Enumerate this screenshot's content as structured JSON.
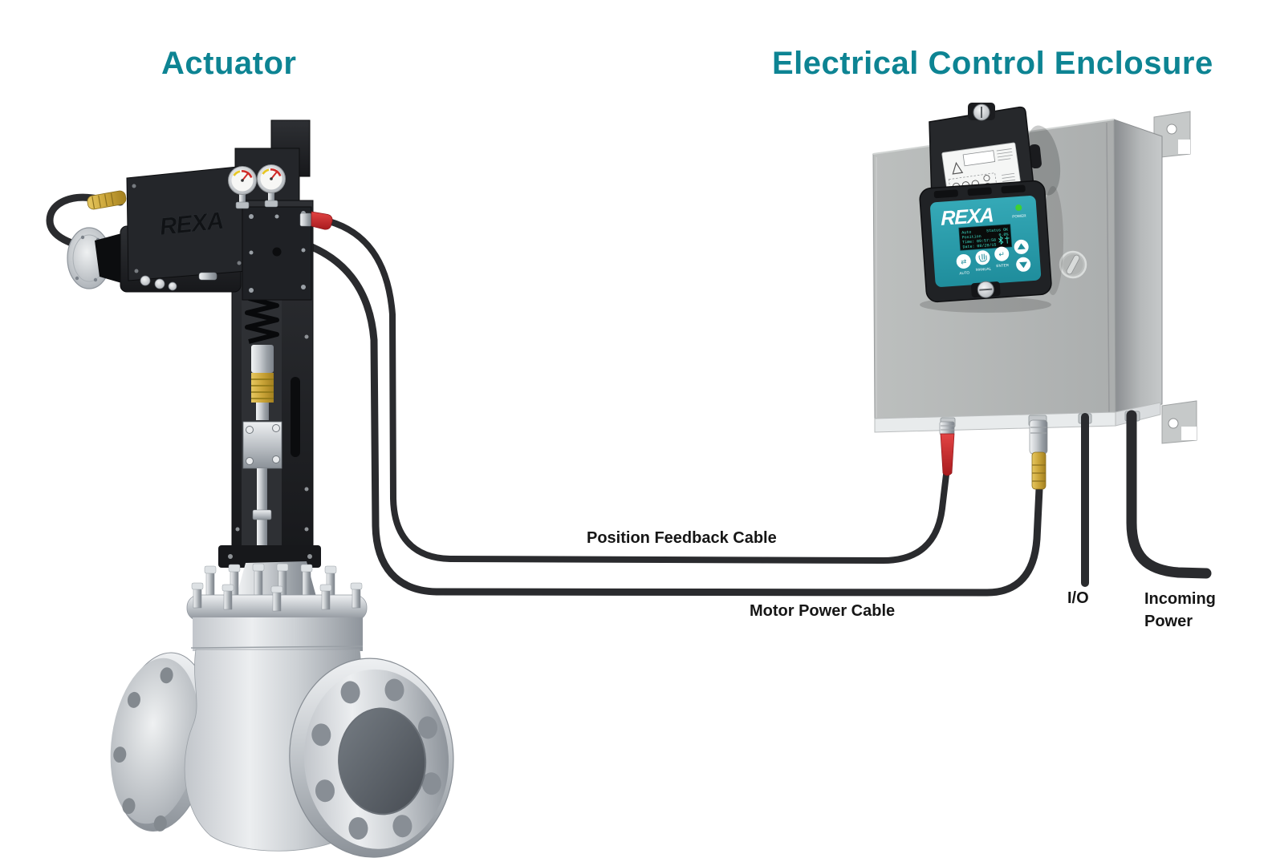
{
  "titles": {
    "actuator": "Actuator",
    "enclosure": "Electrical Control Enclosure"
  },
  "cable_labels": {
    "position_feedback": "Position Feedback Cable",
    "motor_power": "Motor Power Cable",
    "io": "I/O",
    "incoming_line1": "Incoming",
    "incoming_line2": "Power"
  },
  "actuator": {
    "brand_logo": "REXA"
  },
  "panel": {
    "brand_logo": "REXA",
    "power_label": "POWER",
    "display": {
      "mode": "Auto",
      "status": "Status OK",
      "position_label": "Position",
      "position_value": "0.0%",
      "time": "Time: 09:57:58",
      "date": "Date: 08/28/15"
    },
    "buttons": {
      "auto": "AUTO",
      "manual": "MANUAL",
      "enter": "ENTER"
    }
  },
  "colors": {
    "title_teal": "#0D8493",
    "panel_teal": "#2B9EAC",
    "enclosure_gray": "#B4B7B6",
    "cable_black": "#2A2B2E",
    "connector_red": "#D02A2D",
    "connector_brass": "#C9A23D",
    "led_green": "#3ED133",
    "lcd_text": "#3CE0C9"
  }
}
